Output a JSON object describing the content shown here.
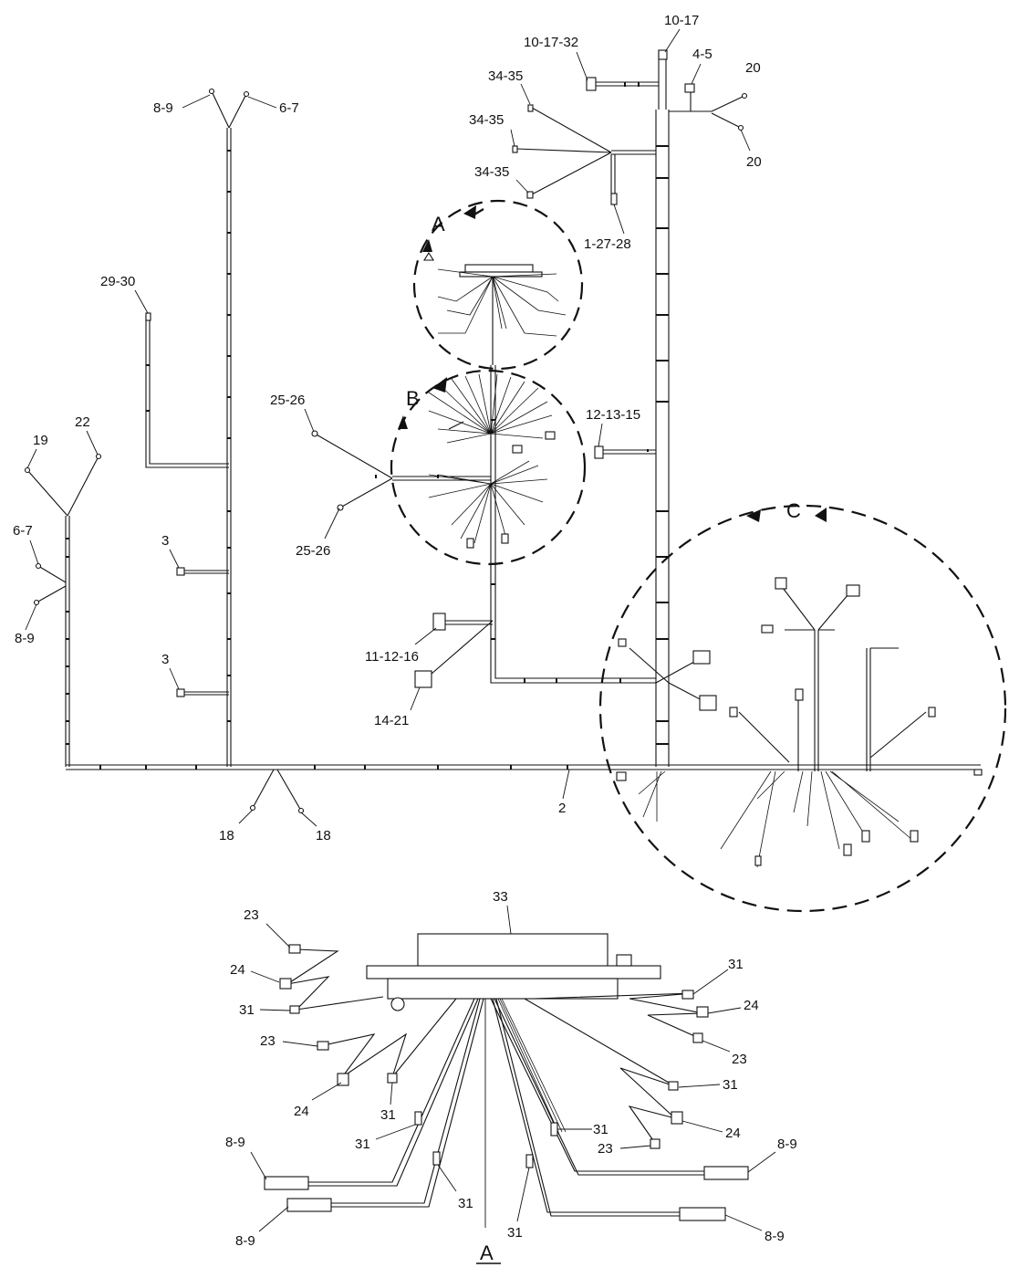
{
  "labels": {
    "l_10_17": "10-17",
    "l_10_17_32": "10-17-32",
    "l_4_5": "4-5",
    "l_20_top": "20",
    "l_20_bot": "20",
    "l_34_35_a": "34-35",
    "l_34_35_b": "34-35",
    "l_34_35_c": "34-35",
    "l_1_27_28": "1-27-28",
    "l_8_9_top": "8-9",
    "l_6_7_top": "6-7",
    "l_29_30": "29-30",
    "l_25_26_top": "25-26",
    "l_25_26_bot": "25-26",
    "l_12_13_15": "12-13-15",
    "l_19": "19",
    "l_22": "22",
    "l_6_7_left": "6-7",
    "l_8_9_left": "8-9",
    "l_3_top": "3",
    "l_3_bot": "3",
    "l_11_12_16": "11-12-16",
    "l_14_21": "14-21",
    "l_18_left": "18",
    "l_18_right": "18",
    "l_2": "2"
  },
  "detail_callouts": {
    "a": "A",
    "b": "B",
    "c": "C"
  },
  "detail_a": {
    "view_title": "A",
    "labels": {
      "l33": "33",
      "l23_a": "23",
      "l24_a": "24",
      "l31_a": "31",
      "l23_b": "23",
      "l24_b": "24",
      "l31_b": "31",
      "l31_c": "31",
      "l8_9_a": "8-9",
      "l8_9_b": "8-9",
      "l31_d": "31",
      "l31_e": "31",
      "l31_r1": "31",
      "l24_r1": "24",
      "l23_r1": "23",
      "l31_r2": "31",
      "l31_r3": "31",
      "l24_r2": "24",
      "l23_r2": "23",
      "l8_9_r1": "8-9",
      "l8_9_r2": "8-9"
    }
  }
}
